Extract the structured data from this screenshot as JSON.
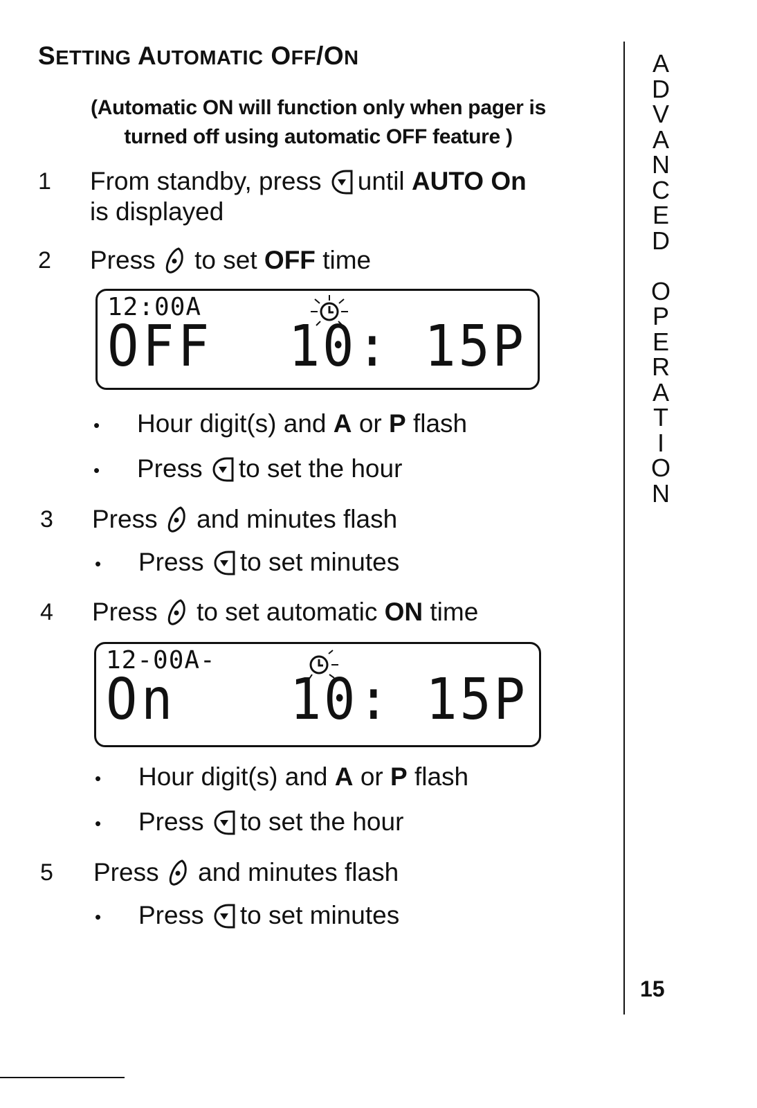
{
  "title": {
    "s1": "S",
    "w1": "ETTING",
    "s2": "A",
    "w2": "UTOMATIC",
    "s3": "O",
    "w3": "FF",
    "s4": "/O",
    "w4": "N"
  },
  "note": {
    "line1": "(Automatic ON will function only when pager is",
    "line2": "turned off using automatic OFF feature )"
  },
  "steps": [
    {
      "num": "1",
      "a": "From standby, press",
      "b": "until",
      "bold": "AUTO On",
      "line2": "is displayed"
    },
    {
      "num": "2",
      "a": "Press",
      "b": "to set",
      "bold": "OFF",
      "c": "time"
    },
    {
      "num": "3",
      "a": "Press",
      "b": "and minutes flash"
    },
    {
      "num": "4",
      "a": "Press",
      "b": "to set automatic",
      "bold": "ON",
      "c": "time"
    },
    {
      "num": "5",
      "a": "Press",
      "b": "and minutes flash"
    }
  ],
  "bullets": {
    "b1": {
      "a": "Hour digit(s) and",
      "A": "A",
      "or": "or",
      "P": "P",
      "c": "flash"
    },
    "b2": {
      "a": "Press",
      "b": "to set the hour"
    },
    "b3": {
      "a": "Press",
      "b": "to set minutes"
    },
    "b4": {
      "a": "Hour digit(s) and",
      "A": "A",
      "or": "or",
      "P": "P",
      "c": "flash"
    },
    "b5": {
      "a": "Press",
      "b": "to set the hour"
    },
    "b6": {
      "a": "Press",
      "b": "to set minutes"
    }
  },
  "bullet_symbol": "•",
  "lcd1": {
    "small": "12:00A",
    "word": "OFF",
    "time": "10: 15P"
  },
  "lcd2": {
    "small": "12-00A-",
    "word": "On",
    "time": "10: 15P"
  },
  "sidebar": [
    "A",
    "D",
    "V",
    "A",
    "N",
    "C",
    "E",
    "D",
    "",
    "O",
    "P",
    "E",
    "R",
    "A",
    "T",
    "I",
    "O",
    "N"
  ],
  "page_number": "15"
}
